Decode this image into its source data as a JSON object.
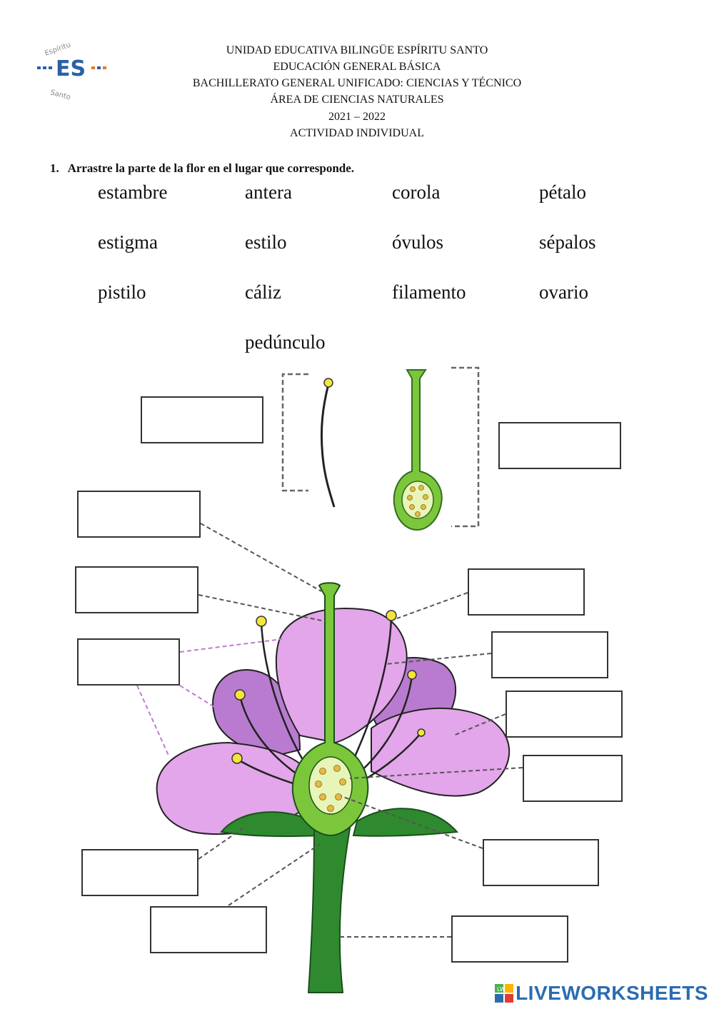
{
  "header": {
    "school": "UNIDAD EDUCATIVA BILINGÜE ESPÍRITU SANTO",
    "level": "EDUCACIÓN GENERAL BÁSICA",
    "program": "BACHILLERATO GENERAL UNIFICADO: CIENCIAS Y TÉCNICO",
    "area": "ÁREA DE CIENCIAS NATURALES",
    "year": "2021 – 2022",
    "activity": "ACTIVIDAD INDIVIDUAL"
  },
  "logo": {
    "letters": "ES",
    "arc_top": "Espíritu",
    "arc_bottom": "Santo"
  },
  "instruction": {
    "number": "1.",
    "text": "Arrastre la parte de la flor en el lugar que corresponde."
  },
  "word_bank": [
    "estambre",
    "antera",
    "corola",
    "pétalo",
    "estigma",
    "estilo",
    "óvulos",
    "sépalos",
    "pistilo",
    "cáliz",
    "filamento",
    "ovario",
    "pedúnculo"
  ],
  "answer_boxes": [
    "",
    "",
    "",
    "",
    "",
    "",
    "",
    "",
    "",
    "",
    "",
    "",
    "",
    "",
    ""
  ],
  "footer": {
    "brand": "LIVEWORKSHEETS",
    "badge": "LW"
  },
  "colors": {
    "petal_light": "#e3a6ea",
    "petal_dark": "#b97bd0",
    "green_light": "#7cc63c",
    "green_dark": "#2f8a2f",
    "anther": "#f5e43a",
    "brand_blue": "#2b6cb0"
  }
}
